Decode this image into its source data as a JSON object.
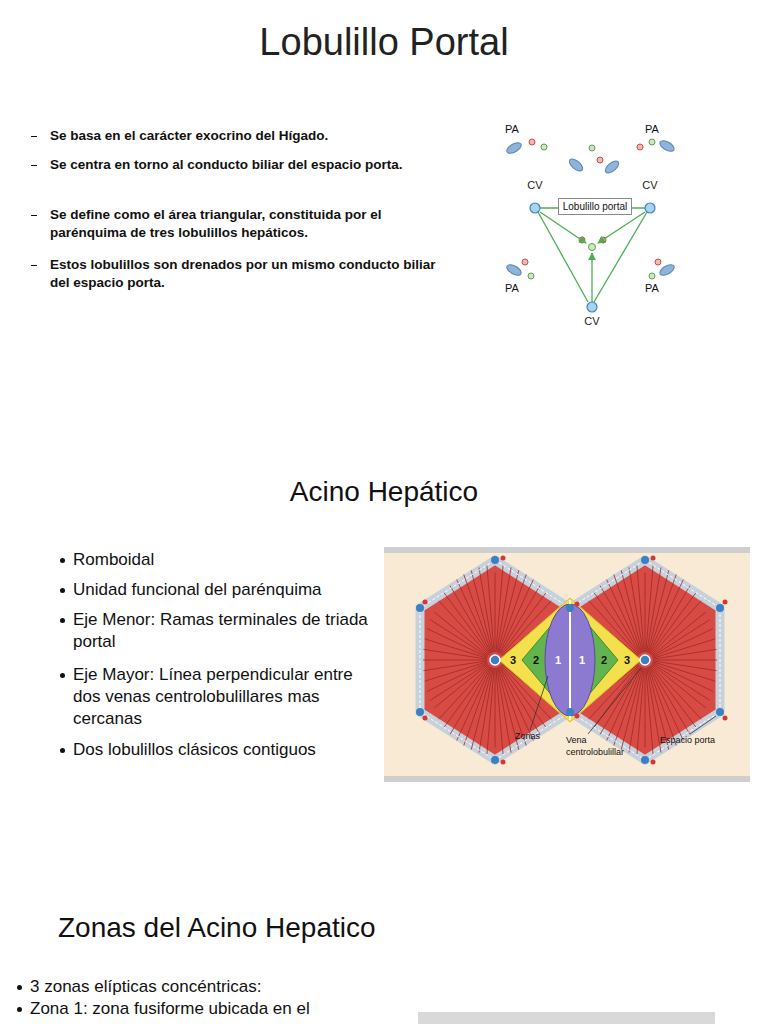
{
  "diagram": {
    "title": "Lobulillo Portal",
    "nodes": [
      {
        "text": [
          "CV"
        ]
      },
      {
        "text": [
          "CV"
        ]
      },
      {
        "text": [
          "CV"
        ]
      },
      {
        "text": [
          "Lobulillo portal"
        ]
      }
    ],
    "labels": [
      "Acino Hepático",
      "Zonas del Acino Hepatico",
      "Se basa en el carácter exocrino del Hígado.",
      "Se centra en torno al conducto biliar del espacio porta.",
      "Se define como el área triangular, constituida por el parénquima de tres lobulillos hepáticos.",
      "Estos lobulillos son drenados por un mismo conducto biliar del espacio porta.",
      "PA",
      "PA",
      "PA",
      "PA",
      "Romboidal",
      "Unidad funcional del parénquima",
      "Eje Menor: Ramas terminales de triada portal",
      "Eje Mayor: Línea perpendicular entre dos venas centrolobulillares mas cercanas",
      "Dos lobulillos clásicos contiguos",
      "3",
      "2",
      "1",
      "1",
      "2",
      "3",
      "Zonas",
      "Vena centrolobulillar",
      "Espacio porta",
      "3 zonas elípticas concéntricas:",
      "Zona 1: zona fusiforme ubicada en el"
    ]
  }
}
